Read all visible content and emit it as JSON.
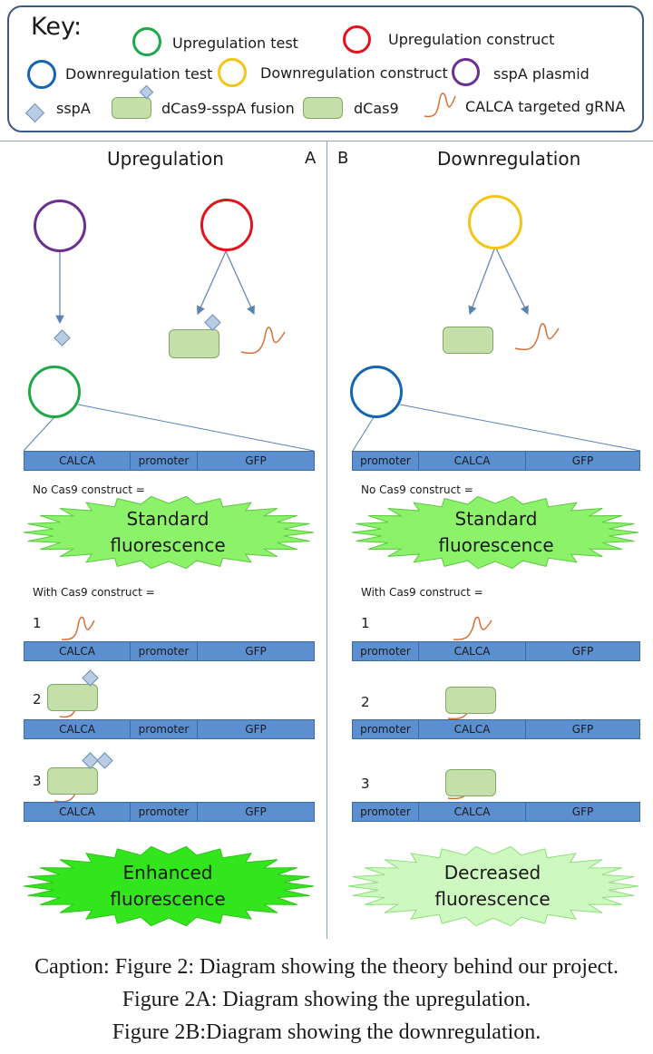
{
  "key": {
    "title": "Key:",
    "items": {
      "up_test": "Upregulation test",
      "up_construct": "Upregulation construct",
      "down_test": "Downregulation test",
      "down_construct": "Downregulation construct",
      "sspa_plasmid": "sspA plasmid",
      "sspa": "sspA",
      "fusion": "dCas9-sspA fusion",
      "dcas9": "dCas9",
      "grna": "CALCA targeted gRNA"
    }
  },
  "colors": {
    "upregulation_test": "#1fa74a",
    "upregulation_construct": "#e0141c",
    "downregulation_test": "#1565b0",
    "downregulation_construct": "#f5c419",
    "sspa_plasmid": "#6b2f91",
    "gene_bar": "#5b8fd0",
    "dcas9_fill": "#c4dfaa",
    "grna": "#d2703a"
  },
  "panel_a": {
    "title": "Upregulation",
    "letter": "A",
    "bar_segments": [
      "CALCA",
      "promoter",
      "GFP"
    ],
    "no_cas9_label": "No Cas9 construct =",
    "standard_line1": "Standard",
    "standard_line2": "fluorescence",
    "with_cas9_label": "With Cas9 construct =",
    "steps": [
      "1",
      "2",
      "3"
    ],
    "result_line1": "Enhanced",
    "result_line2": "fluorescence"
  },
  "panel_b": {
    "title": "Downregulation",
    "letter": "B",
    "bar_segments": [
      "promoter",
      "CALCA",
      "GFP"
    ],
    "no_cas9_label": "No Cas9 construct =",
    "standard_line1": "Standard",
    "standard_line2": "fluorescence",
    "with_cas9_label": "With Cas9 construct =",
    "steps": [
      "1",
      "2",
      "3"
    ],
    "result_line1": "Decreased",
    "result_line2": "fluorescence"
  },
  "caption": {
    "line1": "Caption: Figure 2: Diagram showing the theory behind our project.",
    "line2": "Figure 2A: Diagram showing the upregulation.",
    "line3": "Figure 2B:Diagram showing the downregulation."
  }
}
